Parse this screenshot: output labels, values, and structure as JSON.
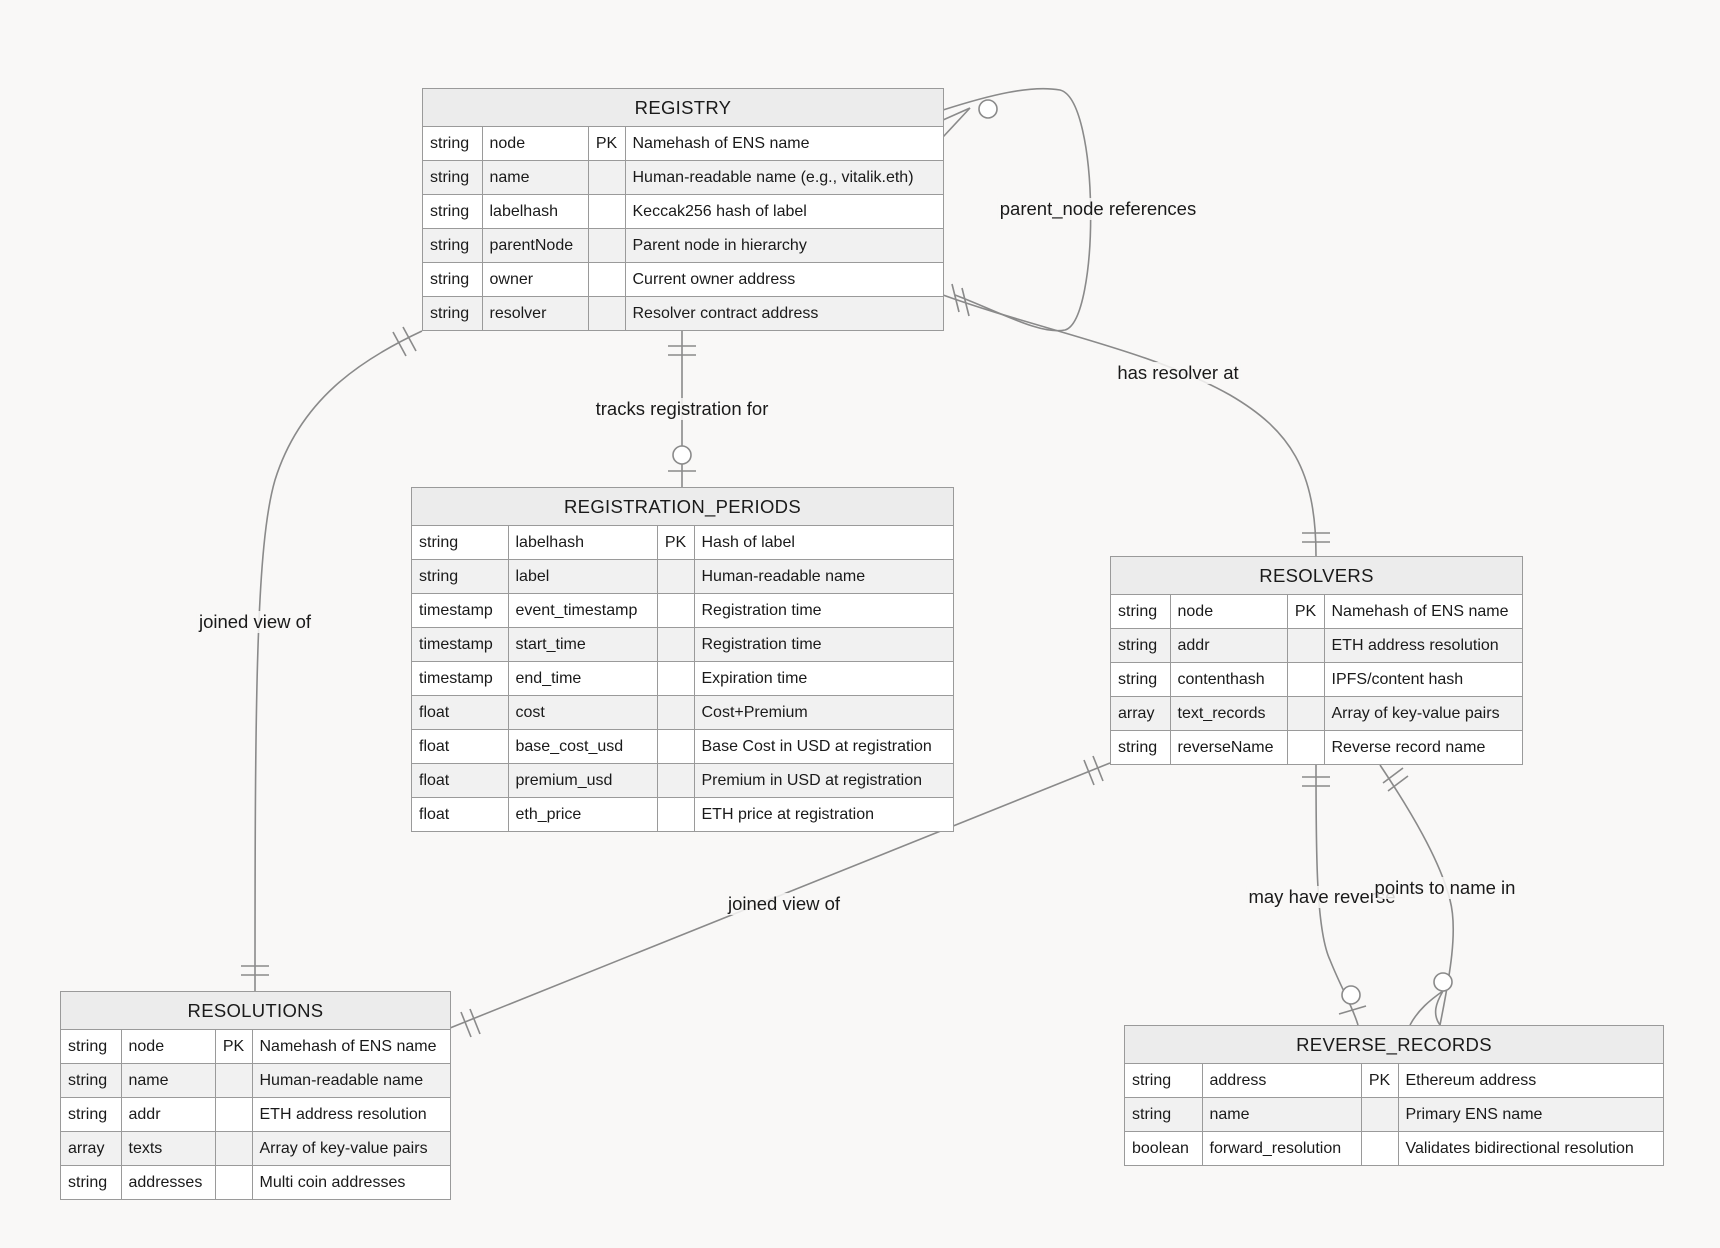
{
  "entities": {
    "registry": {
      "name": "REGISTRY",
      "rows": [
        [
          "string",
          "node",
          "PK",
          "Namehash of ENS name"
        ],
        [
          "string",
          "name",
          "",
          "Human-readable name (e.g., vitalik.eth)"
        ],
        [
          "string",
          "labelhash",
          "",
          "Keccak256 hash of label"
        ],
        [
          "string",
          "parentNode",
          "",
          "Parent node in hierarchy"
        ],
        [
          "string",
          "owner",
          "",
          "Current owner address"
        ],
        [
          "string",
          "resolver",
          "",
          "Resolver contract address"
        ]
      ]
    },
    "registration_periods": {
      "name": "REGISTRATION_PERIODS",
      "rows": [
        [
          "string",
          "labelhash",
          "PK",
          "Hash of label"
        ],
        [
          "string",
          "label",
          "",
          "Human-readable name"
        ],
        [
          "timestamp",
          "event_timestamp",
          "",
          "Registration time"
        ],
        [
          "timestamp",
          "start_time",
          "",
          "Registration time"
        ],
        [
          "timestamp",
          "end_time",
          "",
          "Expiration time"
        ],
        [
          "float",
          "cost",
          "",
          "Cost+Premium"
        ],
        [
          "float",
          "base_cost_usd",
          "",
          "Base Cost in USD at registration"
        ],
        [
          "float",
          "premium_usd",
          "",
          "Premium in USD at registration"
        ],
        [
          "float",
          "eth_price",
          "",
          "ETH price at registration"
        ]
      ]
    },
    "resolvers": {
      "name": "RESOLVERS",
      "rows": [
        [
          "string",
          "node",
          "PK",
          "Namehash of ENS name"
        ],
        [
          "string",
          "addr",
          "",
          "ETH address resolution"
        ],
        [
          "string",
          "contenthash",
          "",
          "IPFS/content hash"
        ],
        [
          "array",
          "text_records",
          "",
          "Array of key-value pairs"
        ],
        [
          "string",
          "reverseName",
          "",
          "Reverse record name"
        ]
      ]
    },
    "resolutions": {
      "name": "RESOLUTIONS",
      "rows": [
        [
          "string",
          "node",
          "PK",
          "Namehash of ENS name"
        ],
        [
          "string",
          "name",
          "",
          "Human-readable name"
        ],
        [
          "string",
          "addr",
          "",
          "ETH address resolution"
        ],
        [
          "array",
          "texts",
          "",
          "Array of key-value pairs"
        ],
        [
          "string",
          "addresses",
          "",
          "Multi coin addresses"
        ]
      ]
    },
    "reverse_records": {
      "name": "REVERSE_RECORDS",
      "rows": [
        [
          "string",
          "address",
          "PK",
          "Ethereum address"
        ],
        [
          "string",
          "name",
          "",
          "Primary ENS name"
        ],
        [
          "boolean",
          "forward_resolution",
          "",
          "Validates bidirectional resolution"
        ]
      ]
    }
  },
  "relationships": {
    "parent_node": "parent_node references",
    "tracks_registration": "tracks registration for",
    "has_resolver": "has resolver at",
    "joined_view_registry": "joined view of",
    "joined_view_resolvers": "joined view of",
    "may_have_reverse": "may have reverse",
    "points_to_name": "points to name in"
  },
  "colors": {
    "background": "#f9f8f7",
    "header": "#ececec",
    "border": "#9a9a9a",
    "edge": "#8a8a8a"
  }
}
